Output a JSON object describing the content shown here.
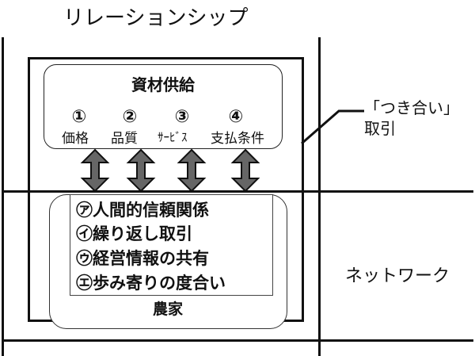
{
  "diagram": {
    "title": "リレーションシップ",
    "supply_box": {
      "title": "資材供給",
      "items": [
        {
          "number": "①",
          "label": "価格"
        },
        {
          "number": "②",
          "label": "品質"
        },
        {
          "number": "③",
          "label": "ｻｰﾋﾞｽ"
        },
        {
          "number": "④",
          "label": "支払条件"
        }
      ]
    },
    "arrows": {
      "count": 4,
      "icon": "double-vertical-arrow",
      "fill_color": "#666666"
    },
    "farmer_box": {
      "label": "農家",
      "factors": [
        "㋐人間的信頼関係",
        "㋑繰り返し取引",
        "㋒経営情報の共有",
        "㋓歩み寄りの度合い"
      ]
    },
    "callout": {
      "line1": "「つき合い」",
      "line2": "取引"
    },
    "network_label": "ネットワーク"
  }
}
